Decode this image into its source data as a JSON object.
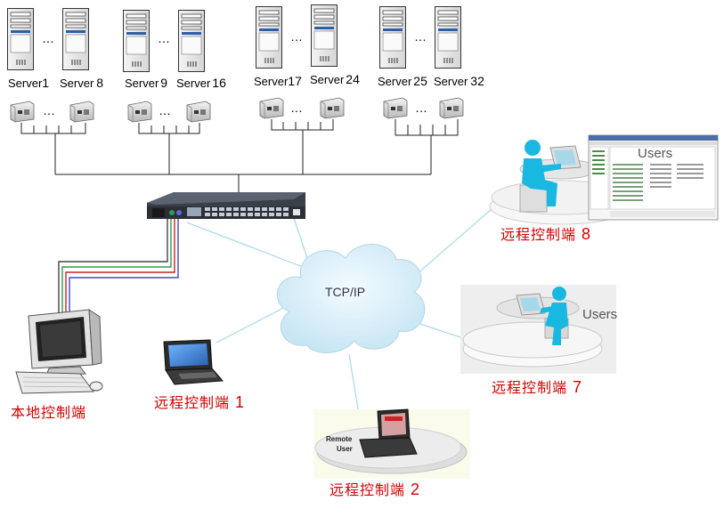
{
  "servers": [
    {
      "prefix": "Server",
      "num": "1"
    },
    {
      "prefix": "Server",
      "num": "8"
    },
    {
      "prefix": "Server",
      "num": "9"
    },
    {
      "prefix": "Server",
      "num": "16"
    },
    {
      "prefix": "Server",
      "num": "17"
    },
    {
      "prefix": "Server",
      "num": "24"
    },
    {
      "prefix": "Server",
      "num": "25"
    },
    {
      "prefix": "Server",
      "num": "32"
    }
  ],
  "ellipsis": "…",
  "cloud_label": "TCP/IP",
  "local_console": "本地控制端",
  "remote_consoles": [
    {
      "text": "远程控制端",
      "num": "1"
    },
    {
      "text": "远程控制端",
      "num": "2"
    },
    {
      "text": "远程控制端",
      "num": "7"
    },
    {
      "text": "远程控制端",
      "num": "8"
    }
  ],
  "users_label_7": "Users",
  "users_label_8": "Users",
  "remote_user_line1": "Remote",
  "remote_user_line2": "User",
  "colors": {
    "label_red": "#d40000",
    "cloud": "#d8eef8",
    "network_line": "#a8d8ec",
    "person": "#19b8e0",
    "kvm_body": "#3a3f48"
  }
}
